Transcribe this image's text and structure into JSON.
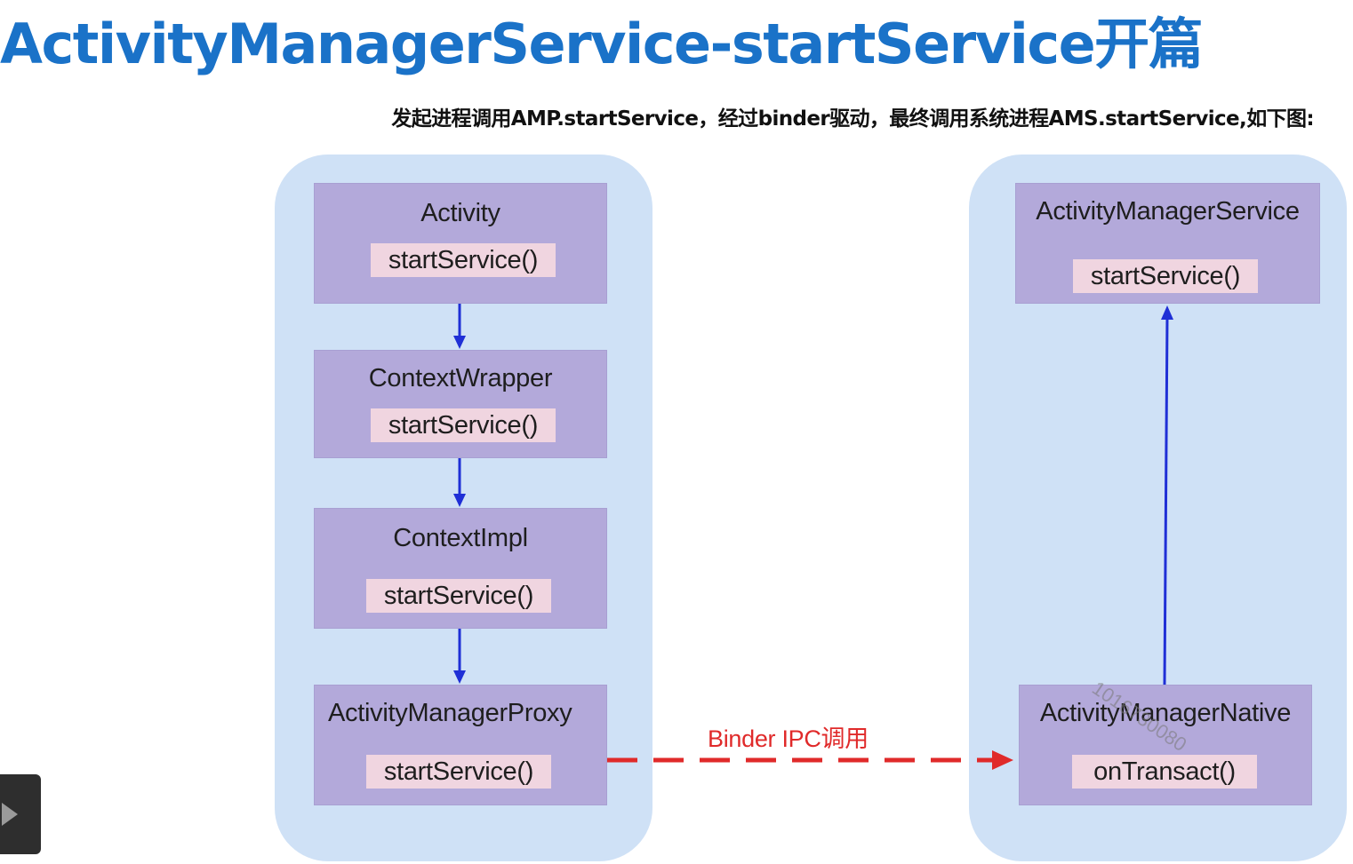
{
  "page": {
    "title": "ActivityManagerService-startService开篇",
    "subtitle": "发起进程调用AMP.startService，经过binder驱动，最终调用系统进程AMS.startService,如下图:"
  },
  "diagram": {
    "client_nodes": [
      {
        "name": "Activity",
        "method": "startService()"
      },
      {
        "name": "ContextWrapper",
        "method": "startService()"
      },
      {
        "name": "ContextImpl",
        "method": "startService()"
      },
      {
        "name": "ActivityManagerProxy",
        "method": "startService()"
      }
    ],
    "server_nodes": [
      {
        "name": "ActivityManagerService",
        "method": "startService()"
      },
      {
        "name": "ActivityManagerNative",
        "method": "onTransact()"
      }
    ],
    "binder_label": "Binder IPC调用",
    "watermark": "1016730080"
  },
  "colors": {
    "title": "#1a72c8",
    "lane_fill": "#cfe1f6",
    "node_fill": "#b3a9da",
    "method_fill": "#f0d5e0",
    "call_arrow": "#1f2fd6",
    "ipc_arrow": "#e02a2a"
  },
  "icons": {
    "player": "play-icon"
  }
}
